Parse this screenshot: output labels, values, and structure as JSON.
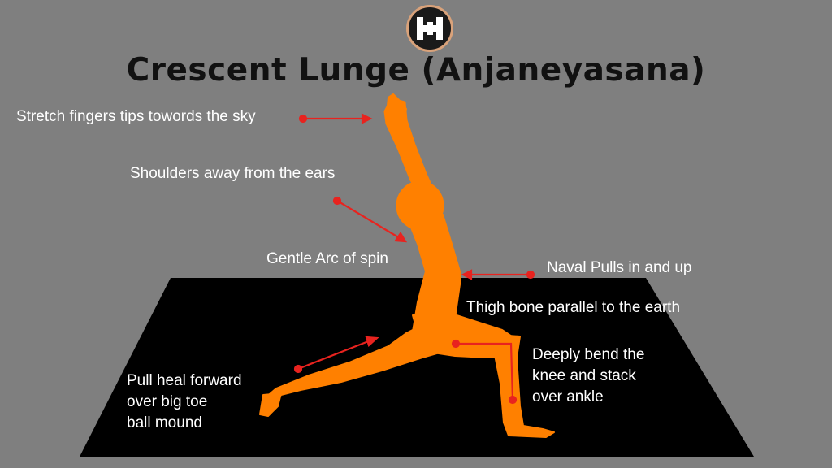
{
  "title": "Crescent Lunge (Anjaneyasana)",
  "logo": {
    "icon": "dumbbell-h-logo-icon",
    "ring_color": "#d9a27a"
  },
  "colors": {
    "background": "#7f7f7f",
    "mat": "#000000",
    "figure": "#ff8000",
    "pointer": "#e8231f",
    "label_text": "#ffffff",
    "title_text": "#111111"
  },
  "labels": {
    "fingers": "Stretch fingers tips towords the sky",
    "shoulders": "Shoulders away from the ears",
    "arc": "Gentle Arc of spin",
    "naval": "Naval Pulls in and up",
    "thigh": "Thigh bone parallel to the earth",
    "knee": [
      "Deeply bend the",
      "knee and stack",
      "over ankle"
    ],
    "heel": [
      "Pull heal forward",
      "over big toe",
      "ball mound"
    ]
  }
}
